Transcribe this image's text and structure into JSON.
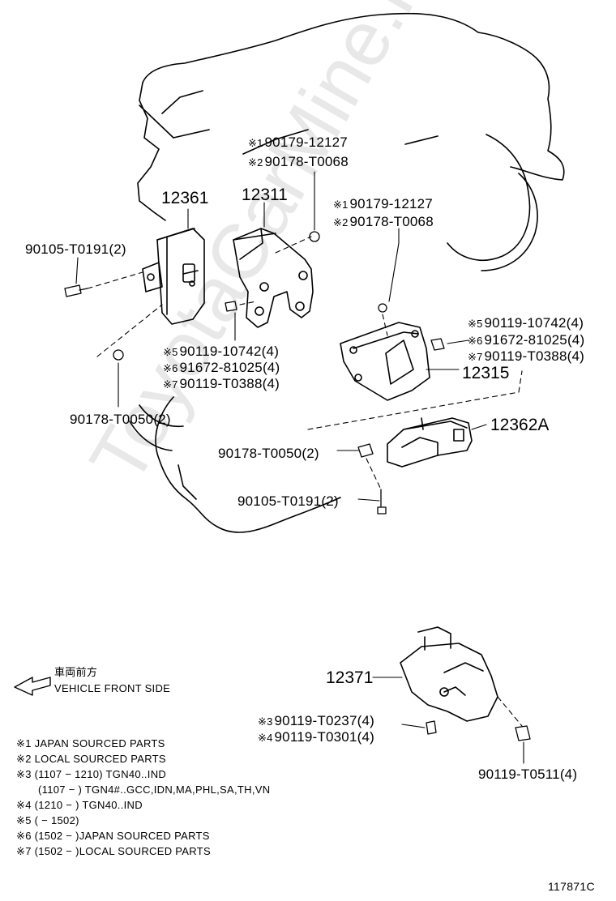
{
  "watermark": "ToyotaCarMine.ru",
  "callouts": {
    "c12361": "12361",
    "c12311": "12311",
    "c12315": "12315",
    "c12362A": "12362A",
    "c12371": "12371",
    "t1_mark1": "※1",
    "t1_pn1": "90179-12127",
    "t1_mark2": "※2",
    "t1_pn2": "90178-T0068",
    "t2_mark1": "※1",
    "t2_pn1": "90179-12127",
    "t2_mark2": "※2",
    "t2_pn2": "90178-T0068",
    "left_bolt": "90105-T0191(2)",
    "left_nut": "90178-T0050(2)",
    "mid_m5": "※5",
    "mid_p5": "90119-10742(4)",
    "mid_m6": "※6",
    "mid_p6": "91672-81025(4)",
    "mid_m7": "※7",
    "mid_p7": "90119-T0388(4)",
    "right_m5": "※5",
    "right_p5": "90119-10742(4)",
    "right_m6": "※6",
    "right_p6": "91672-81025(4)",
    "right_m7": "※7",
    "right_p7": "90119-T0388(4)",
    "center_nut": "90178-T0050(2)",
    "center_bolt": "90105-T0191(2)",
    "bot_m3": "※3",
    "bot_p3": "90119-T0237(4)",
    "bot_m4": "※4",
    "bot_p4": "90119-T0301(4)",
    "bot_bolt": "90119-T0511(4)"
  },
  "direction": {
    "jp": "車両前方",
    "en": "VEHICLE FRONT SIDE"
  },
  "notes": [
    "※1 JAPAN SOURCED PARTS",
    "※2 LOCAL SOURCED PARTS",
    "※3 (1107 − 1210) TGN40..IND",
    "(1107 −          ) TGN4#..GCC,IDN,MA,PHL,SA,TH,VN",
    "※4 (1210 −          ) TGN40..IND",
    "※5 (          − 1502)",
    "※6 (1502 −          )JAPAN SOURCED PARTS",
    "※7 (1502 −          )LOCAL SOURCED PARTS"
  ],
  "figure_id": "117871C"
}
